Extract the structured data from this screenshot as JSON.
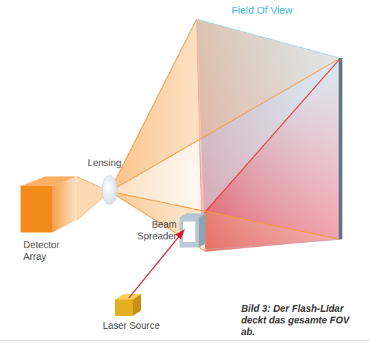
{
  "diagram": {
    "caption": "Bild 3: Der Flash-LIdar deckt das gesamte FOV ab.",
    "labels": [
      "Field Of View",
      "Lensing",
      "Beam Spreader",
      "Detector Array",
      "Laser Source"
    ]
  }
}
